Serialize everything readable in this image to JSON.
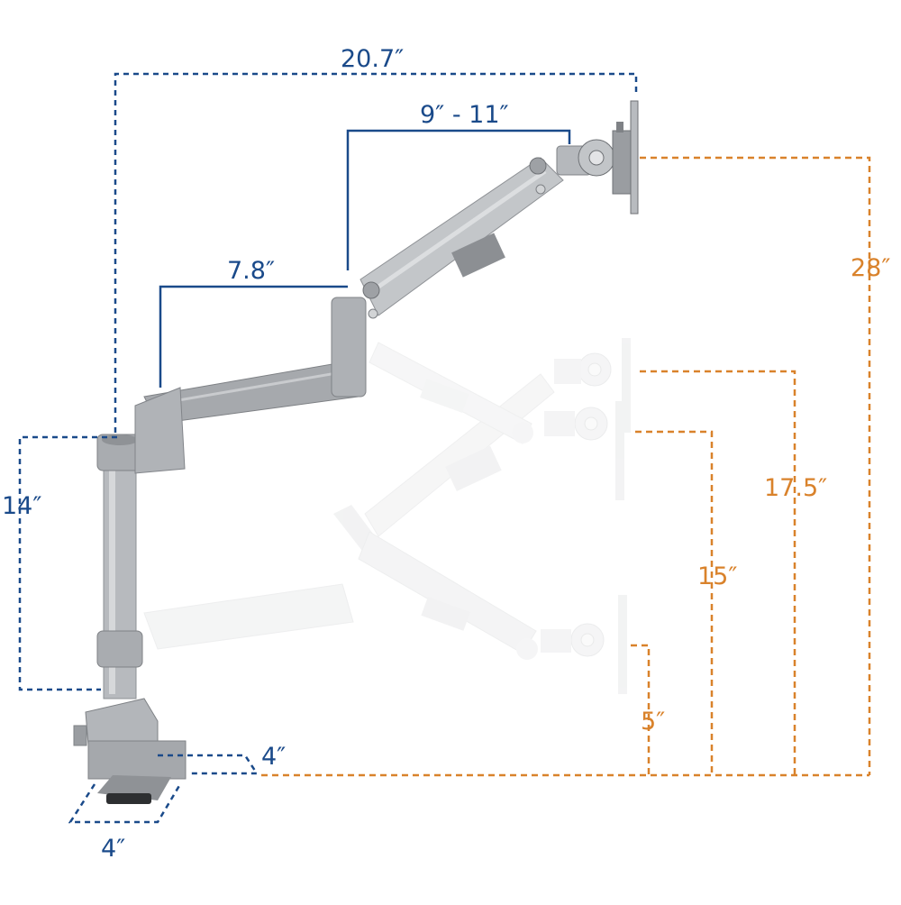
{
  "colors": {
    "blue_dimension": "#1a4a8a",
    "orange_dimension": "#d9822b",
    "arm_silver": "#b9bcc0",
    "arm_dark": "#8f9296",
    "ghost_arm": "#e6e7e8"
  },
  "dimensions": {
    "overall_reach": "20.7″",
    "forearm_length": "9″ - 11″",
    "upper_arm_length": "7.8″",
    "pole_height": "14″",
    "max_height": "28″",
    "mid_height_high": "17.5″",
    "mid_height_low": "15″",
    "min_height": "5″",
    "clamp_depth": "4″",
    "clamp_width": "4″"
  }
}
